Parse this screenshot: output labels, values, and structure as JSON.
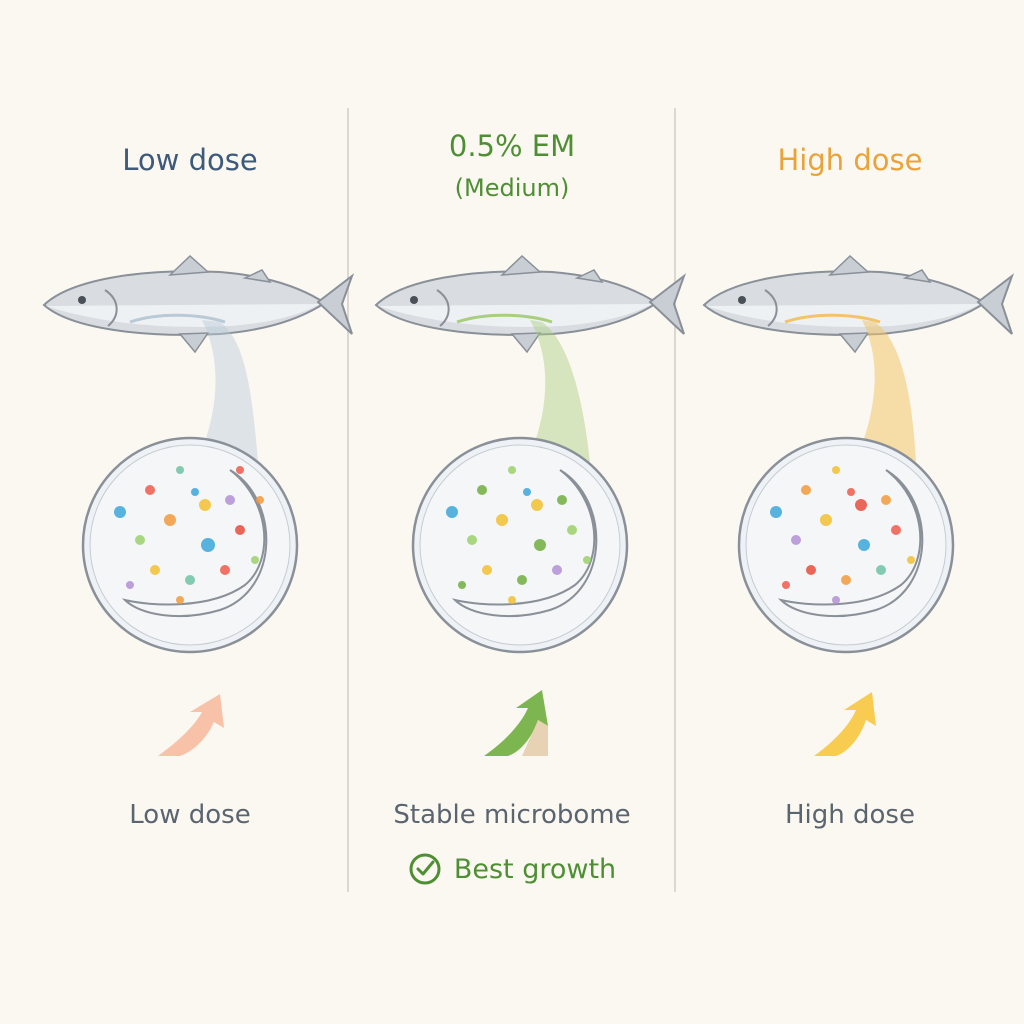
{
  "colors": {
    "low": "#3e5a7a",
    "medium": "#4f8f34",
    "high": "#e9a33a",
    "caption": "#5b6570"
  },
  "panels": [
    {
      "key": "low",
      "title": "Low dose",
      "subtitle": "",
      "caption": "Low dose",
      "accent": "#b9c9d6",
      "arrow": "#f7b89c"
    },
    {
      "key": "medium",
      "title": "0.5% EM",
      "subtitle": "(Medium)",
      "caption": "Stable microbome",
      "accent": "#a9cf7e",
      "arrow": "#6fae3e"
    },
    {
      "key": "high",
      "title": "High dose",
      "subtitle": "",
      "caption": "High dose",
      "accent": "#f2c46a",
      "arrow": "#f7c948"
    }
  ],
  "badge": {
    "icon": "check-circle-icon",
    "label": "Best growth"
  }
}
